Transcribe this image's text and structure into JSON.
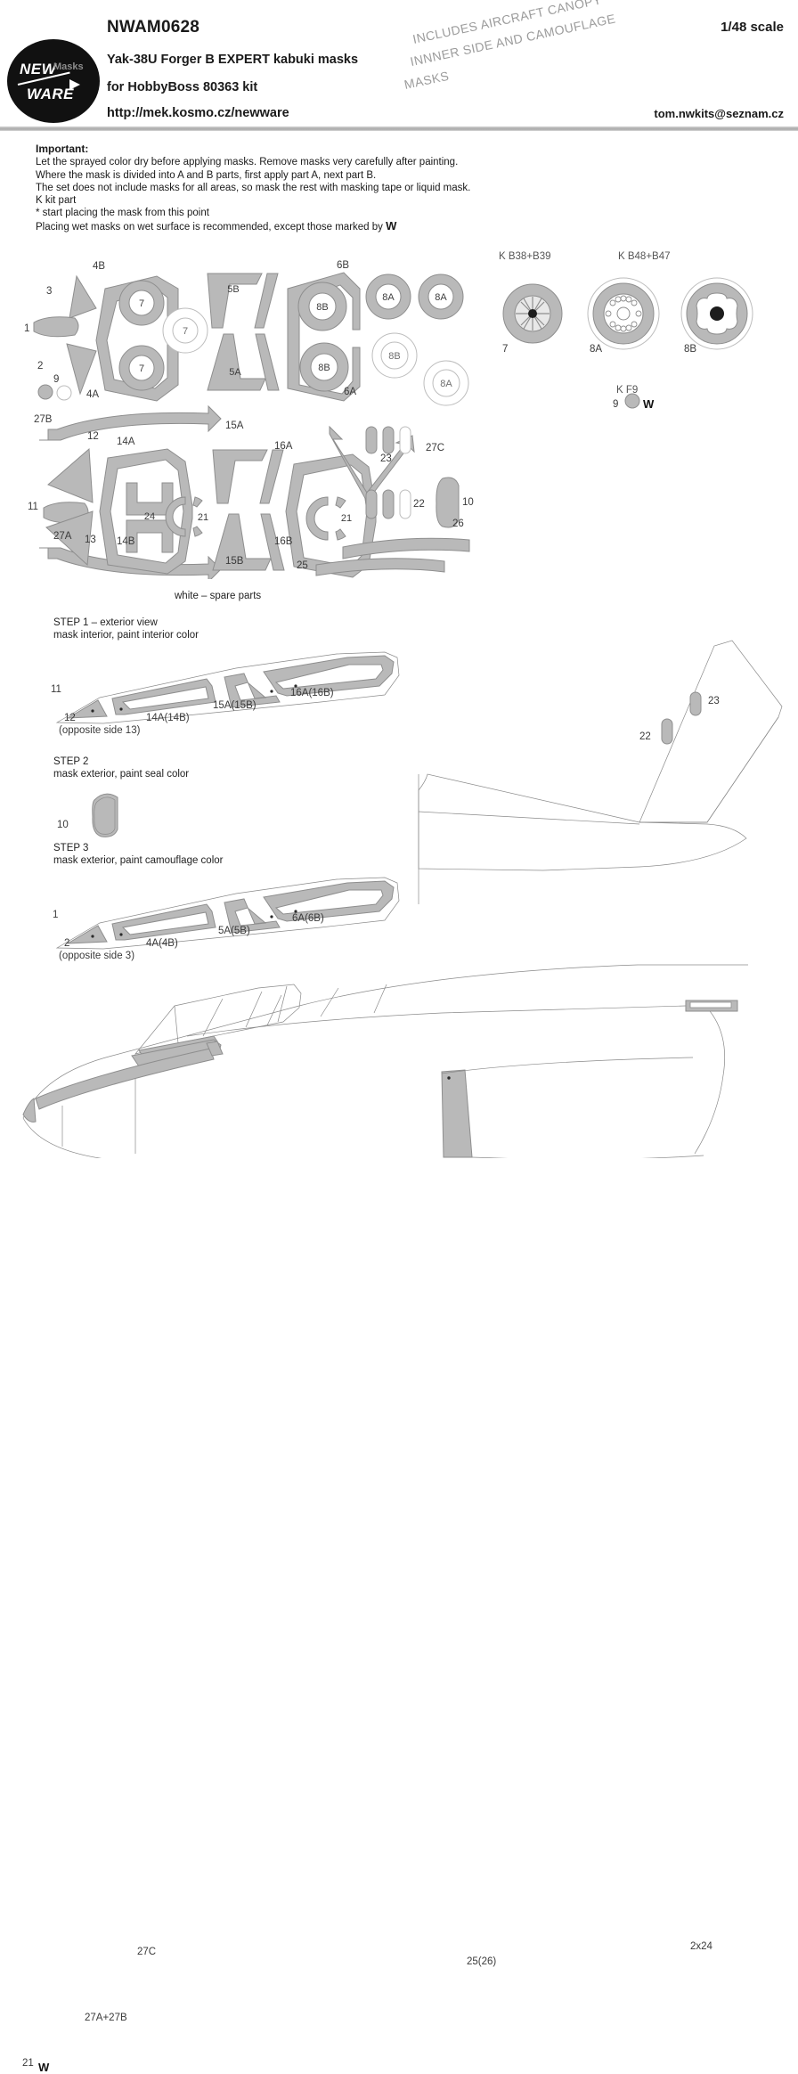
{
  "header": {
    "product_code": "NWAM0628",
    "title": "Yak-38U Forger B  EXPERT kabuki masks",
    "kit_line": "for HobbyBoss 80363 kit",
    "url": "http://mek.kosmo.cz/newware",
    "scale": "1/48 scale",
    "email": "tom.nwkits@seznam.cz",
    "logo": {
      "new": "NEW",
      "ware": "WARE",
      "masks": "Masks"
    },
    "stamp": {
      "line1": "INCLUDES AIRCRAFT CANOPY",
      "line2": "INNNER SIDE  AND CAMOUFLAGE",
      "line3": "MASKS"
    }
  },
  "important": {
    "heading": "Important:",
    "lines": [
      "Let the sprayed color dry before applying masks. Remove masks very carefully after painting.",
      "Where the mask is divided into A and B parts, first apply part A, next part B.",
      "The set does not include masks for all areas, so mask the rest with masking tape or liquid mask.",
      "K  kit part",
      "*  start placing the mask from this point"
    ],
    "last_line_prefix": "Placing wet masks on wet surface is recommended, except those marked by ",
    "wet_symbol": "W"
  },
  "sheet": {
    "caption": "white – spare parts",
    "labels_row1": [
      "3",
      "1",
      "2",
      "9",
      "4B",
      "4A",
      "7",
      "7",
      "7",
      "5B",
      "5A",
      "6B",
      "6A",
      "8B",
      "8B",
      "8A",
      "8A",
      "8B",
      "8A"
    ],
    "labels_row2": [
      "27B",
      "27A",
      "11",
      "12",
      "13",
      "14A",
      "14B",
      "24",
      "21",
      "15A",
      "15B",
      "16A",
      "16B",
      "21",
      "23",
      "22",
      "27C",
      "10",
      "25",
      "26"
    ]
  },
  "wheels": {
    "group1_label": "K B38+B39",
    "group2_label": "K B48+B47",
    "group3_label": "K F9",
    "items": [
      {
        "id": "7",
        "kind": "spoked"
      },
      {
        "id": "8A",
        "kind": "bolted"
      },
      {
        "id": "8B",
        "kind": "lobed"
      }
    ],
    "small": {
      "id": "9",
      "wet": "W"
    }
  },
  "steps": [
    {
      "title": "STEP 1 – exterior view",
      "subtitle": "mask interior, paint interior color",
      "callouts": [
        "11",
        "12",
        "14A(14B)",
        "15A(15B)",
        "16A(16B)"
      ],
      "note": "(opposite side 13)"
    },
    {
      "title": "STEP 2",
      "subtitle": "mask exterior, paint seal color",
      "callouts": [
        "10"
      ],
      "note": ""
    },
    {
      "title": "STEP 3",
      "subtitle": "mask exterior, paint camouflage color",
      "callouts": [
        "1",
        "2",
        "4A(4B)",
        "5A(5B)",
        "6A(6B)"
      ],
      "note": "(opposite side 3)"
    }
  ],
  "tail_view": {
    "callouts": [
      "22",
      "23"
    ]
  },
  "profile_view": {
    "callouts": [
      "27C",
      "27A+27B",
      "21",
      "25(26)",
      "2x24"
    ],
    "wet_symbol": "W"
  },
  "colors": {
    "mask_fill": "#b9b9b9",
    "mask_stroke": "#8e8e8e",
    "spare_fill": "#ffffff",
    "line": "#6b6b6b",
    "stamp": "#9c9c9c",
    "rule": "#a9a9a9"
  }
}
